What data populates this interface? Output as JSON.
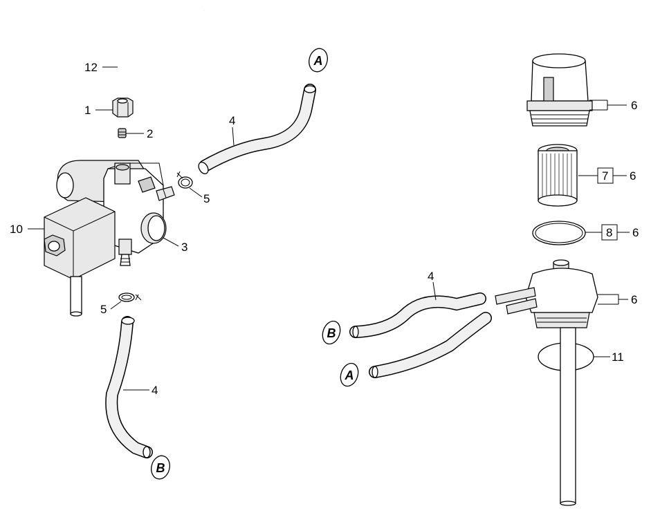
{
  "labels": {
    "p1": "1",
    "p2": "2",
    "p3": "3",
    "p4a": "4",
    "p4b": "4",
    "p4c": "4",
    "p5a": "5",
    "p5b": "5",
    "p6a": "6",
    "p6b": "6",
    "p6c": "6",
    "p6d": "6",
    "p7": "7",
    "p8": "8",
    "p10": "10",
    "p11": "11",
    "p12": "12"
  },
  "connectors": {
    "a_top": "A",
    "b_bottom": "B",
    "b_right": "B",
    "a_right": "A"
  }
}
